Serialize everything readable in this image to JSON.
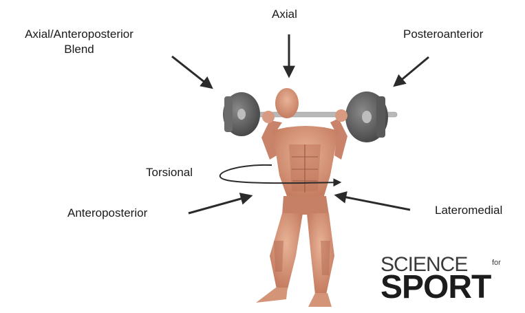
{
  "labels": {
    "axial_blend_line1": "Axial/Anteroposterior",
    "axial_blend_line2": "Blend",
    "axial": "Axial",
    "posteroanterior": "Posteroanterior",
    "torsional": "Torsional",
    "anteroposterior": "Anteroposterior",
    "lateromedial": "Lateromedial"
  },
  "logo": {
    "line1": "SCIENCE",
    "for": "for",
    "line2": "SPORT"
  },
  "colors": {
    "arrow": "#2b2b2b",
    "skin": "#d7967a",
    "muscle_dark": "#b46a52",
    "plate": "#5a5a5a",
    "logo_accent": "#2f5fa8"
  },
  "icons": {
    "figure": "muscle-anatomy-figure-icon",
    "barbell": "barbell-icon"
  }
}
